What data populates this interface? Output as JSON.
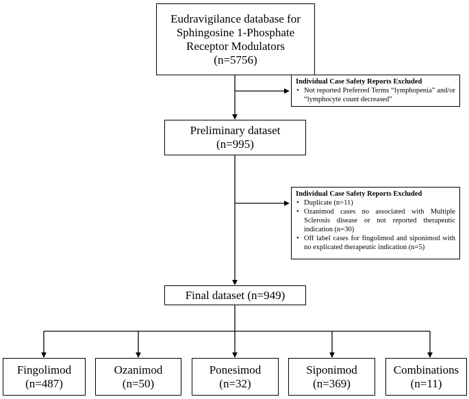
{
  "database": {
    "line1": "Eudravigilance database for",
    "line2": "Sphingosine 1-Phosphate",
    "line3": "Receptor Modulators",
    "count": "(n=5756)"
  },
  "exclusion1": {
    "heading": "Individual Case Safety Reports Excluded",
    "items": [
      "Not reported Preferred Terms “lymphopenia” and/or “lymphocyte count decreased”"
    ]
  },
  "preliminary": {
    "label": "Preliminary dataset",
    "count": "(n=995)"
  },
  "exclusion2": {
    "heading": "Individual Case Safety Reports Excluded",
    "items": [
      "Duplicate (n=11)",
      "Ozanimod cases no associated with Multiple Sclerosis disease or not reported therapeutic indication (n=30)",
      "Off label cases for fingolimod and siponimod with no explicated therapeutic indication (n=5)"
    ]
  },
  "final": {
    "label": "Final dataset (n=949)"
  },
  "drugs": [
    {
      "name": "Fingolimod",
      "count": "(n=487)"
    },
    {
      "name": "Ozanimod",
      "count": "(n=50)"
    },
    {
      "name": "Ponesimod",
      "count": "(n=32)"
    },
    {
      "name": "Siponimod",
      "count": "(n=369)"
    },
    {
      "name": "Combinations",
      "count": "(n=11)"
    }
  ]
}
